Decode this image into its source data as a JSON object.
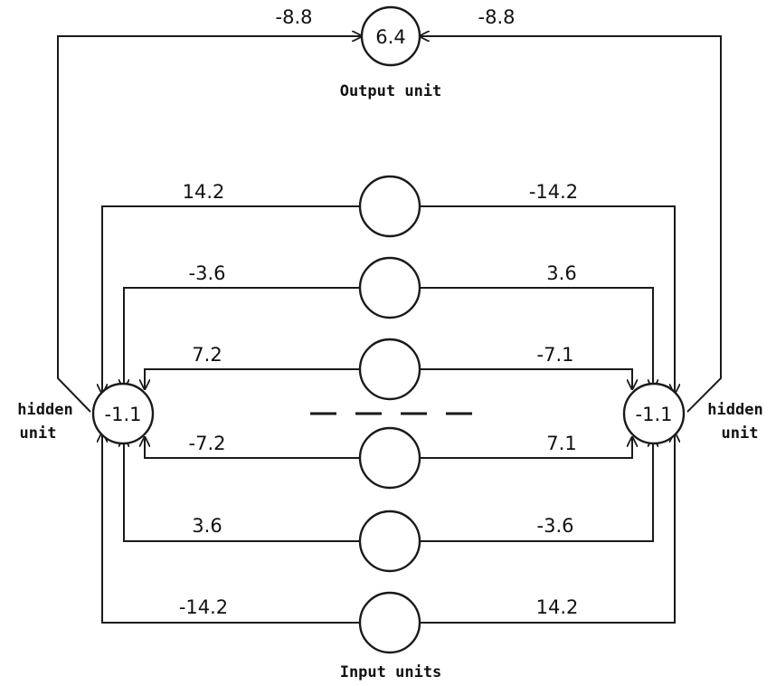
{
  "output_unit": {
    "value": "6.4",
    "caption": "Output unit"
  },
  "input_units": {
    "caption": "Input units"
  },
  "hidden_units": [
    {
      "value": "-1.1",
      "caption_line1": "hidden",
      "caption_line2": "unit"
    },
    {
      "value": "-1.1",
      "caption_line1": "hidden",
      "caption_line2": "unit"
    }
  ],
  "output_weights": {
    "left": "-8.8",
    "right": "-8.8"
  },
  "input_weights": [
    {
      "left": "14.2",
      "right": "-14.2"
    },
    {
      "left": "-3.6",
      "right": "3.6"
    },
    {
      "left": "7.2",
      "right": "-7.1"
    },
    {
      "left": "-7.2",
      "right": "7.1"
    },
    {
      "left": "3.6",
      "right": "-3.6"
    },
    {
      "left": "-14.2",
      "right": "14.2"
    }
  ]
}
